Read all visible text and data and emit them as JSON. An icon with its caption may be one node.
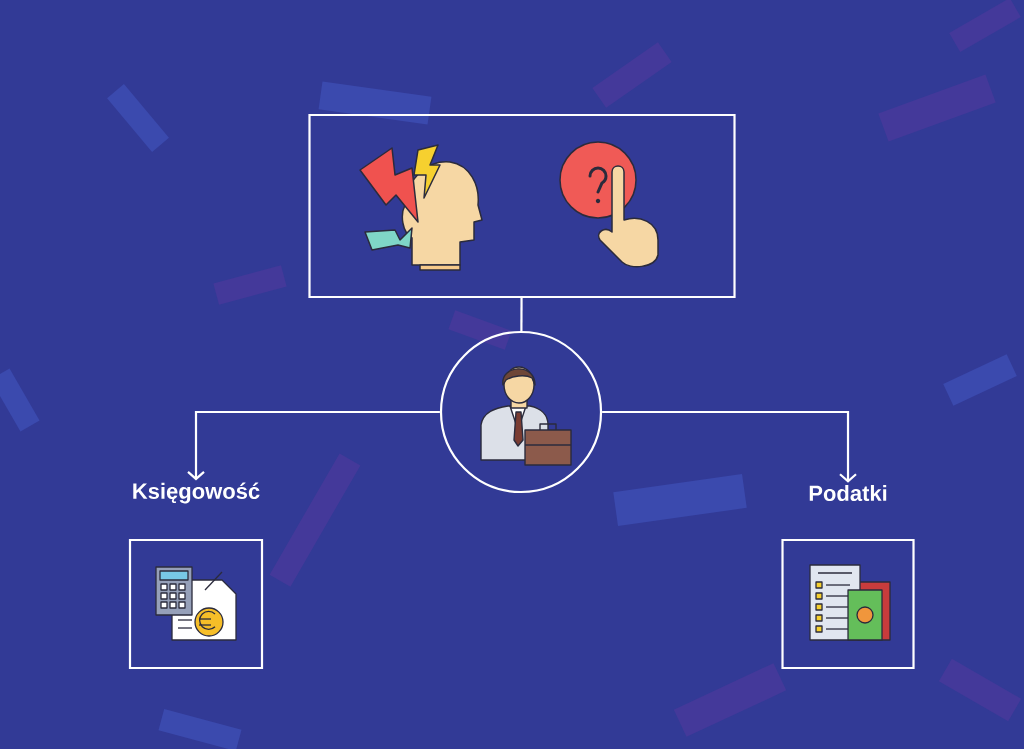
{
  "diagram": {
    "nodes": [
      {
        "text": [],
        "shape": "box"
      },
      {
        "text": [],
        "shape": "circle"
      },
      {
        "text": [
          "Księgowość"
        ]
      },
      {
        "text": [
          "Podatki"
        ]
      }
    ],
    "edges": [
      {
        "from": 0,
        "to": 1,
        "arrow": "none"
      },
      {
        "from": 1,
        "to": 2,
        "arrow": "to"
      },
      {
        "from": 1,
        "to": 3,
        "arrow": "to"
      }
    ]
  }
}
